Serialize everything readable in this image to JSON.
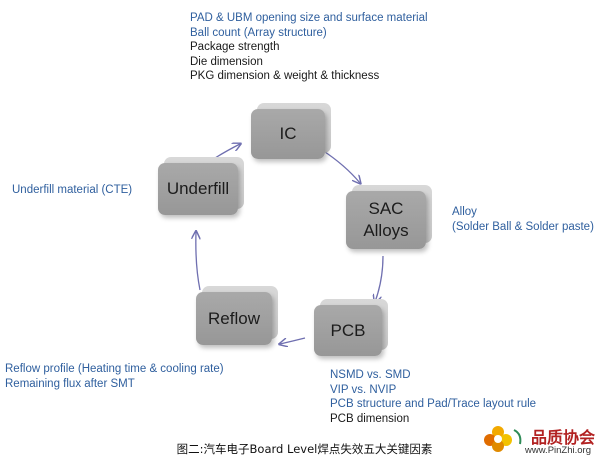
{
  "notes": {
    "ic": {
      "blue_lines": [
        "PAD & UBM opening size and surface material",
        "Ball count (Array structure)"
      ],
      "dark_lines": [
        "Package strength",
        "Die dimension",
        "PKG dimension & weight & thickness"
      ]
    },
    "underfill": "Underfill material (CTE)",
    "sac": [
      "Alloy",
      "(Solder Ball & Solder paste)"
    ],
    "reflow": [
      "Reflow profile (Heating time & cooling rate)",
      "Remaining flux  after SMT"
    ],
    "pcb": {
      "blue_lines": [
        "NSMD vs. SMD",
        "VIP vs. NVIP",
        "PCB structure  and Pad/Trace layout rule"
      ],
      "dark_lines": [
        "PCB dimension"
      ]
    }
  },
  "boxes": {
    "ic": "IC",
    "sac_line1": "SAC",
    "sac_line2": "Alloys",
    "pcb": "PCB",
    "reflow": "Reflow",
    "underfill": "Underfill"
  },
  "caption": "图二:汽车电子Board Level焊点失效五大关键因素",
  "logo": {
    "name": "品质协会",
    "url": "www.PinZhi.org"
  },
  "colors": {
    "note_blue": "#2f5f9e",
    "arrow": "#6f6fb0",
    "box": "#a0a0a0"
  }
}
